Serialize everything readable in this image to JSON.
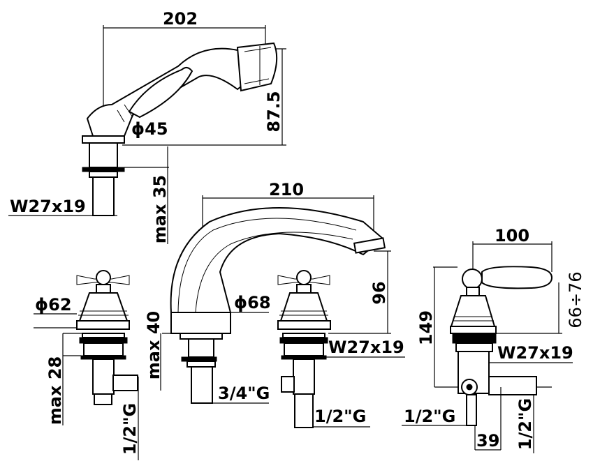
{
  "dimensions": {
    "handshower_width": "202",
    "handshower_height": "87.5",
    "handshower_base_diameter": "ϕ45",
    "handshower_thread": "W27x19",
    "handshower_max_thickness": "max 35",
    "spout_reach": "210",
    "spout_height": "96",
    "spout_base_diameter": "ϕ68",
    "spout_max_thickness": "max 40",
    "spout_connection": "3/4\"G",
    "left_valve_diameter": "ϕ62",
    "left_valve_max_thickness": "max 28",
    "left_valve_connection": "1/2\"G",
    "center_valve_thread": "W27x19",
    "center_valve_connection": "1/2\"G",
    "diverter_lever_length": "100",
    "diverter_height_range": "66÷76",
    "diverter_height": "149",
    "diverter_thread": "W27x19",
    "diverter_connection_left": "1/2\"G",
    "diverter_offset": "39",
    "diverter_connection_right": "1/2\"G"
  }
}
